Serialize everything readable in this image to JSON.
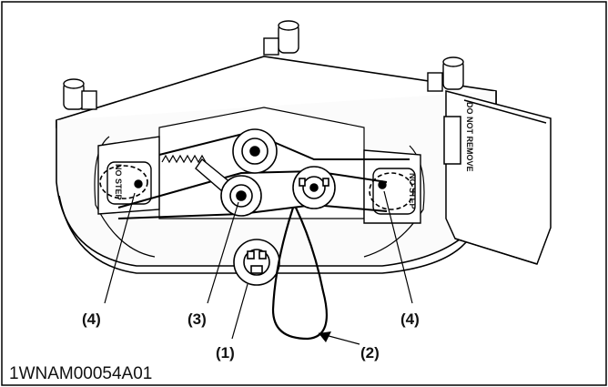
{
  "figure": {
    "id_code": "1WNAM00054A01",
    "callouts": {
      "c1": "(1)",
      "c2": "(2)",
      "c3": "(3)",
      "c4_left": "(4)",
      "c4_right": "(4)"
    },
    "decals": {
      "step_left": "NO STEP",
      "step_right": "NO STEP",
      "guard_warning": "DO NOT REMOVE"
    }
  }
}
